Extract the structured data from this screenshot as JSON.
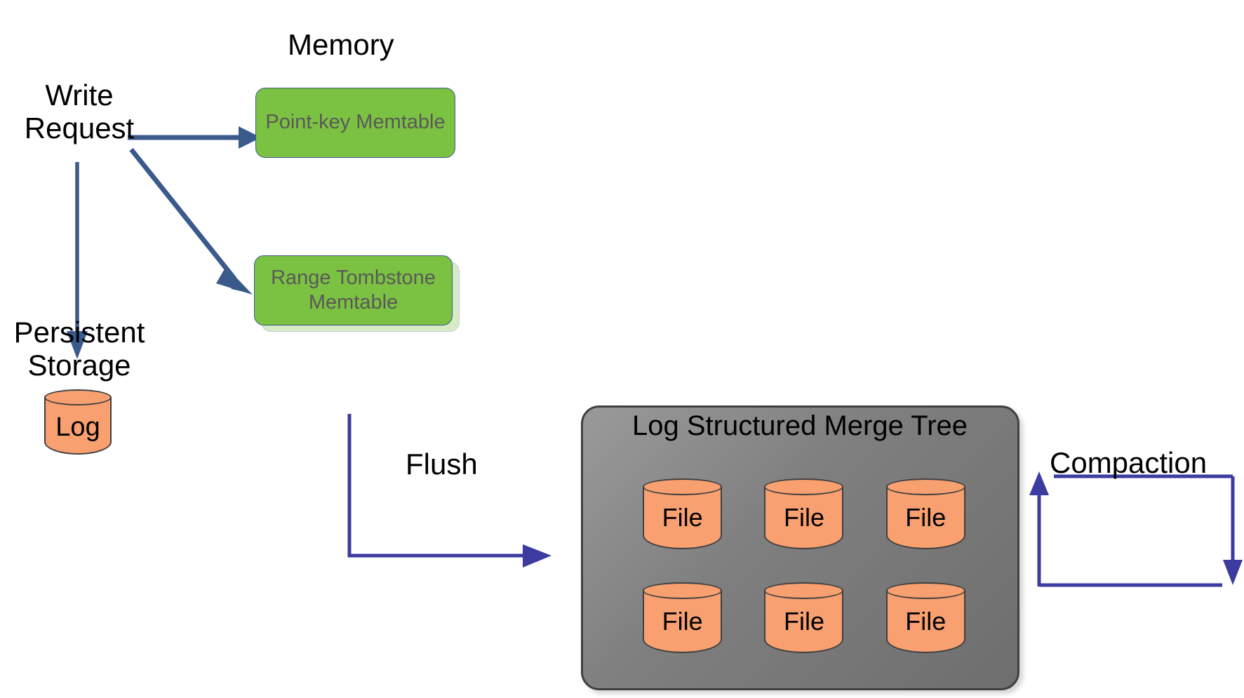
{
  "diagram": {
    "title": "LSM Tree write path",
    "background": "#ffffff"
  },
  "labels": {
    "memory": "Memory",
    "write_request": "Write Request",
    "persistent_storage": "Persistent Storage",
    "flush": "Flush",
    "compaction": "Compaction"
  },
  "memtables": [
    {
      "id": "point-key",
      "label": "Point-key Memtable",
      "fill": "#7CC242",
      "text_color": "#595959"
    },
    {
      "id": "range-tombstone",
      "label": "Range Tombstone Memtable",
      "fill": "#7CC242",
      "text_color": "#595959"
    }
  ],
  "persistent_storage": {
    "cylinder_label": "Log",
    "fill": "#F8A070",
    "stroke": "#404040"
  },
  "lsm": {
    "title": "Log Structured Merge Tree",
    "fill": "#7F7F7F",
    "stroke": "#404040",
    "files": [
      {
        "label": "File"
      },
      {
        "label": "File"
      },
      {
        "label": "File"
      },
      {
        "label": "File"
      },
      {
        "label": "File"
      },
      {
        "label": "File"
      }
    ]
  },
  "arrows": {
    "accent_dark_blue": "#3A5A8C",
    "accent_indigo": "#3B3BA0",
    "items": [
      {
        "name": "write-to-point-key-memtable",
        "style": "straight-horizontal"
      },
      {
        "name": "write-to-range-tombstone-memtable",
        "style": "diagonal"
      },
      {
        "name": "write-to-log",
        "style": "straight-vertical"
      },
      {
        "name": "flush-to-lsm",
        "style": "elbow-right"
      },
      {
        "name": "compaction-loop",
        "style": "loop-up-down"
      }
    ]
  }
}
